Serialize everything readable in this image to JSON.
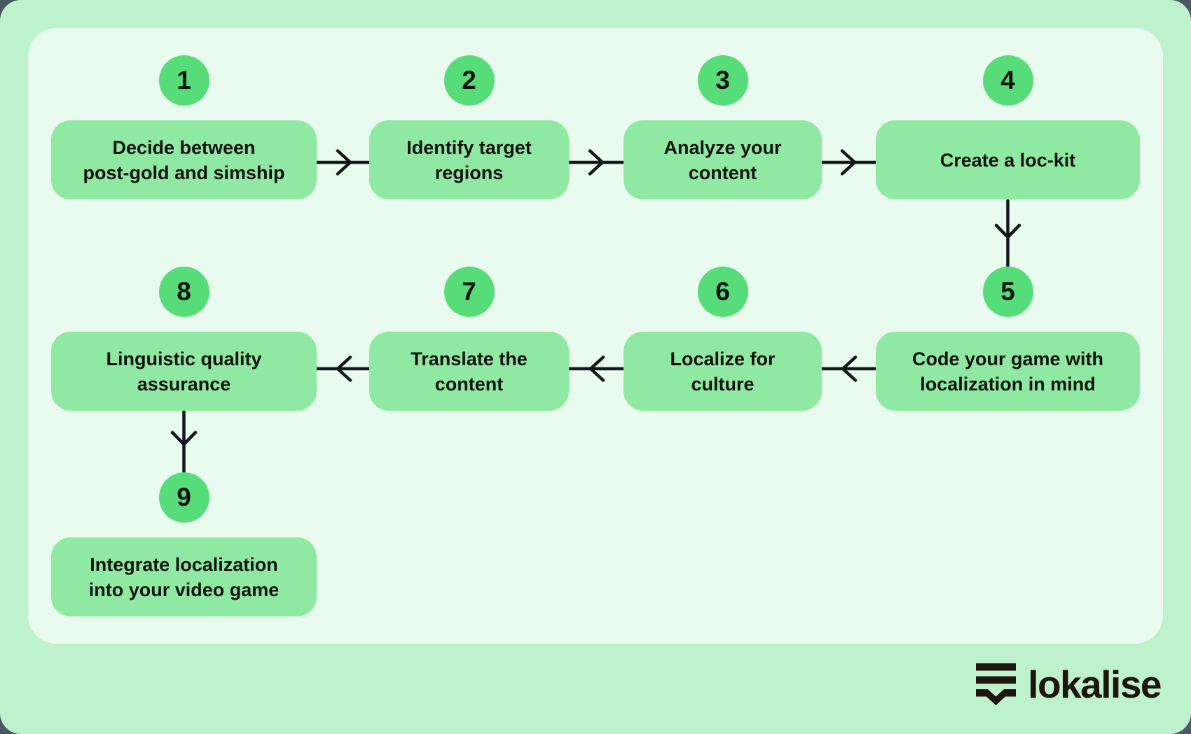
{
  "colors": {
    "frame_background": "#4a5862",
    "outer_background": "#bdf2cc",
    "panel_background": "#e8fbee",
    "box_fill": "#90e9a2",
    "circle_fill": "#57dc7a",
    "text": "#0d120d",
    "arrow": "#15181a",
    "logo": "#1e150c"
  },
  "steps": [
    {
      "number": "1",
      "label": "Decide between post-gold and simship",
      "lines": [
        "Decide between",
        "post-gold and simship"
      ]
    },
    {
      "number": "2",
      "label": "Identify target regions",
      "lines": [
        "Identify target",
        "regions"
      ]
    },
    {
      "number": "3",
      "label": "Analyze your content",
      "lines": [
        "Analyze your",
        "content"
      ]
    },
    {
      "number": "4",
      "label": "Create a loc-kit",
      "lines": [
        "Create a loc-kit"
      ]
    },
    {
      "number": "5",
      "label": "Code your game with localization in mind",
      "lines": [
        "Code your game with",
        "localization in mind"
      ]
    },
    {
      "number": "6",
      "label": "Localize for culture",
      "lines": [
        "Localize for",
        "culture"
      ]
    },
    {
      "number": "7",
      "label": "Translate the content",
      "lines": [
        "Translate the",
        "content"
      ]
    },
    {
      "number": "8",
      "label": "Linguistic quality assurance",
      "lines": [
        "Linguistic quality",
        "assurance"
      ]
    },
    {
      "number": "9",
      "label": "Integrate localization into your video game",
      "lines": [
        "Integrate localization",
        "into your video game"
      ]
    }
  ],
  "arrows": [
    {
      "from": "1",
      "to": "2",
      "direction": "right"
    },
    {
      "from": "2",
      "to": "3",
      "direction": "right"
    },
    {
      "from": "3",
      "to": "4",
      "direction": "right"
    },
    {
      "from": "4",
      "to": "5",
      "direction": "down"
    },
    {
      "from": "5",
      "to": "6",
      "direction": "left"
    },
    {
      "from": "6",
      "to": "7",
      "direction": "left"
    },
    {
      "from": "7",
      "to": "8",
      "direction": "left"
    },
    {
      "from": "8",
      "to": "9",
      "direction": "down"
    }
  ],
  "logo": {
    "wordmark": "lokalise",
    "icon": "lokalise-mark-icon"
  }
}
